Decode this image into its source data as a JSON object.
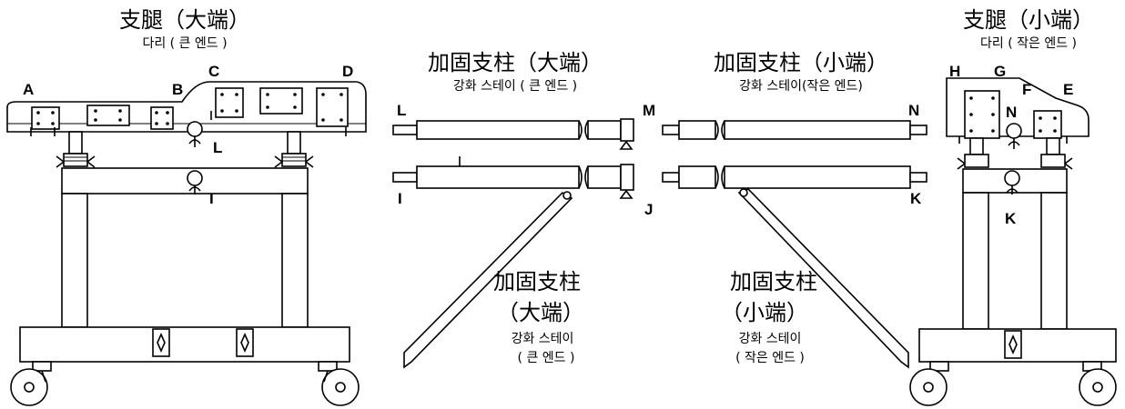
{
  "titles": {
    "leg_large_cn": "支腿（大端）",
    "leg_large_kr": "다리 ( 큰 엔드 )",
    "brace_large_cn": "加固支柱（大端）",
    "brace_large_kr": "강화 스테이 ( 큰 엔드 )",
    "brace_small_cn": "加固支柱（小端）",
    "brace_small_kr": "강화 스테이(작은 엔드)",
    "leg_small_cn": "支腿（小端）",
    "leg_small_kr": "다리 ( 작은 엔드 )",
    "diag_large_cn_1": "加固支柱",
    "diag_large_cn_2": "（大端）",
    "diag_large_kr_1": "강화 스테이",
    "diag_large_kr_2": "( 큰 엔드 )",
    "diag_small_cn_1": "加固支柱",
    "diag_small_cn_2": "（小端）",
    "diag_small_kr_1": "강화 스테이",
    "diag_small_kr_2": "( 작은 엔드 )"
  },
  "labels": {
    "a": "A",
    "b": "B",
    "c": "C",
    "d": "D",
    "e": "E",
    "f": "F",
    "g": "G",
    "h": "H",
    "i_left": "I",
    "i_brace": "I",
    "j": "J",
    "k_right": "K",
    "k_brace": "K",
    "l_left": "L",
    "l_brace": "L",
    "m": "M",
    "n_right": "N",
    "n_brace": "N"
  }
}
